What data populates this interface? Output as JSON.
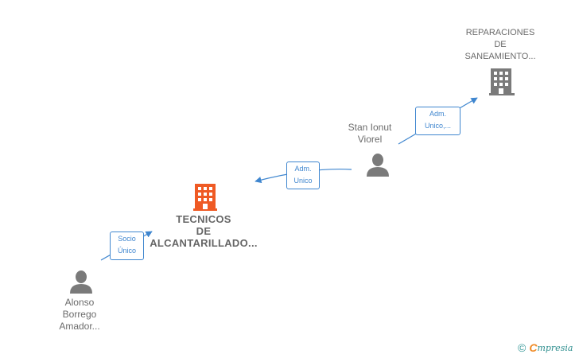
{
  "nodes": {
    "company_main": {
      "lines": [
        "TECNICOS",
        "DE",
        "ALCANTARILLADO..."
      ],
      "color": "#ef5a24"
    },
    "company_other": {
      "lines": [
        "REPARACIONES",
        "DE",
        "SANEAMIENTO..."
      ],
      "color": "#7a7a7a"
    },
    "person_stan": {
      "lines": [
        "Stan Ionut",
        "Viorel"
      ]
    },
    "person_alonso": {
      "lines": [
        "Alonso",
        "Borrego",
        "Amador..."
      ]
    }
  },
  "edges": {
    "alonso_to_main": [
      "Socio",
      "Único"
    ],
    "stan_to_main": [
      "Adm.",
      "Unico"
    ],
    "stan_to_other": [
      "Adm.",
      "Unico,..."
    ]
  },
  "footer": {
    "copyright": "©",
    "brand_initial": "C",
    "brand_rest": "mpresia"
  },
  "colors": {
    "edge": "#3f86cf",
    "person_icon": "#7a7a7a"
  }
}
